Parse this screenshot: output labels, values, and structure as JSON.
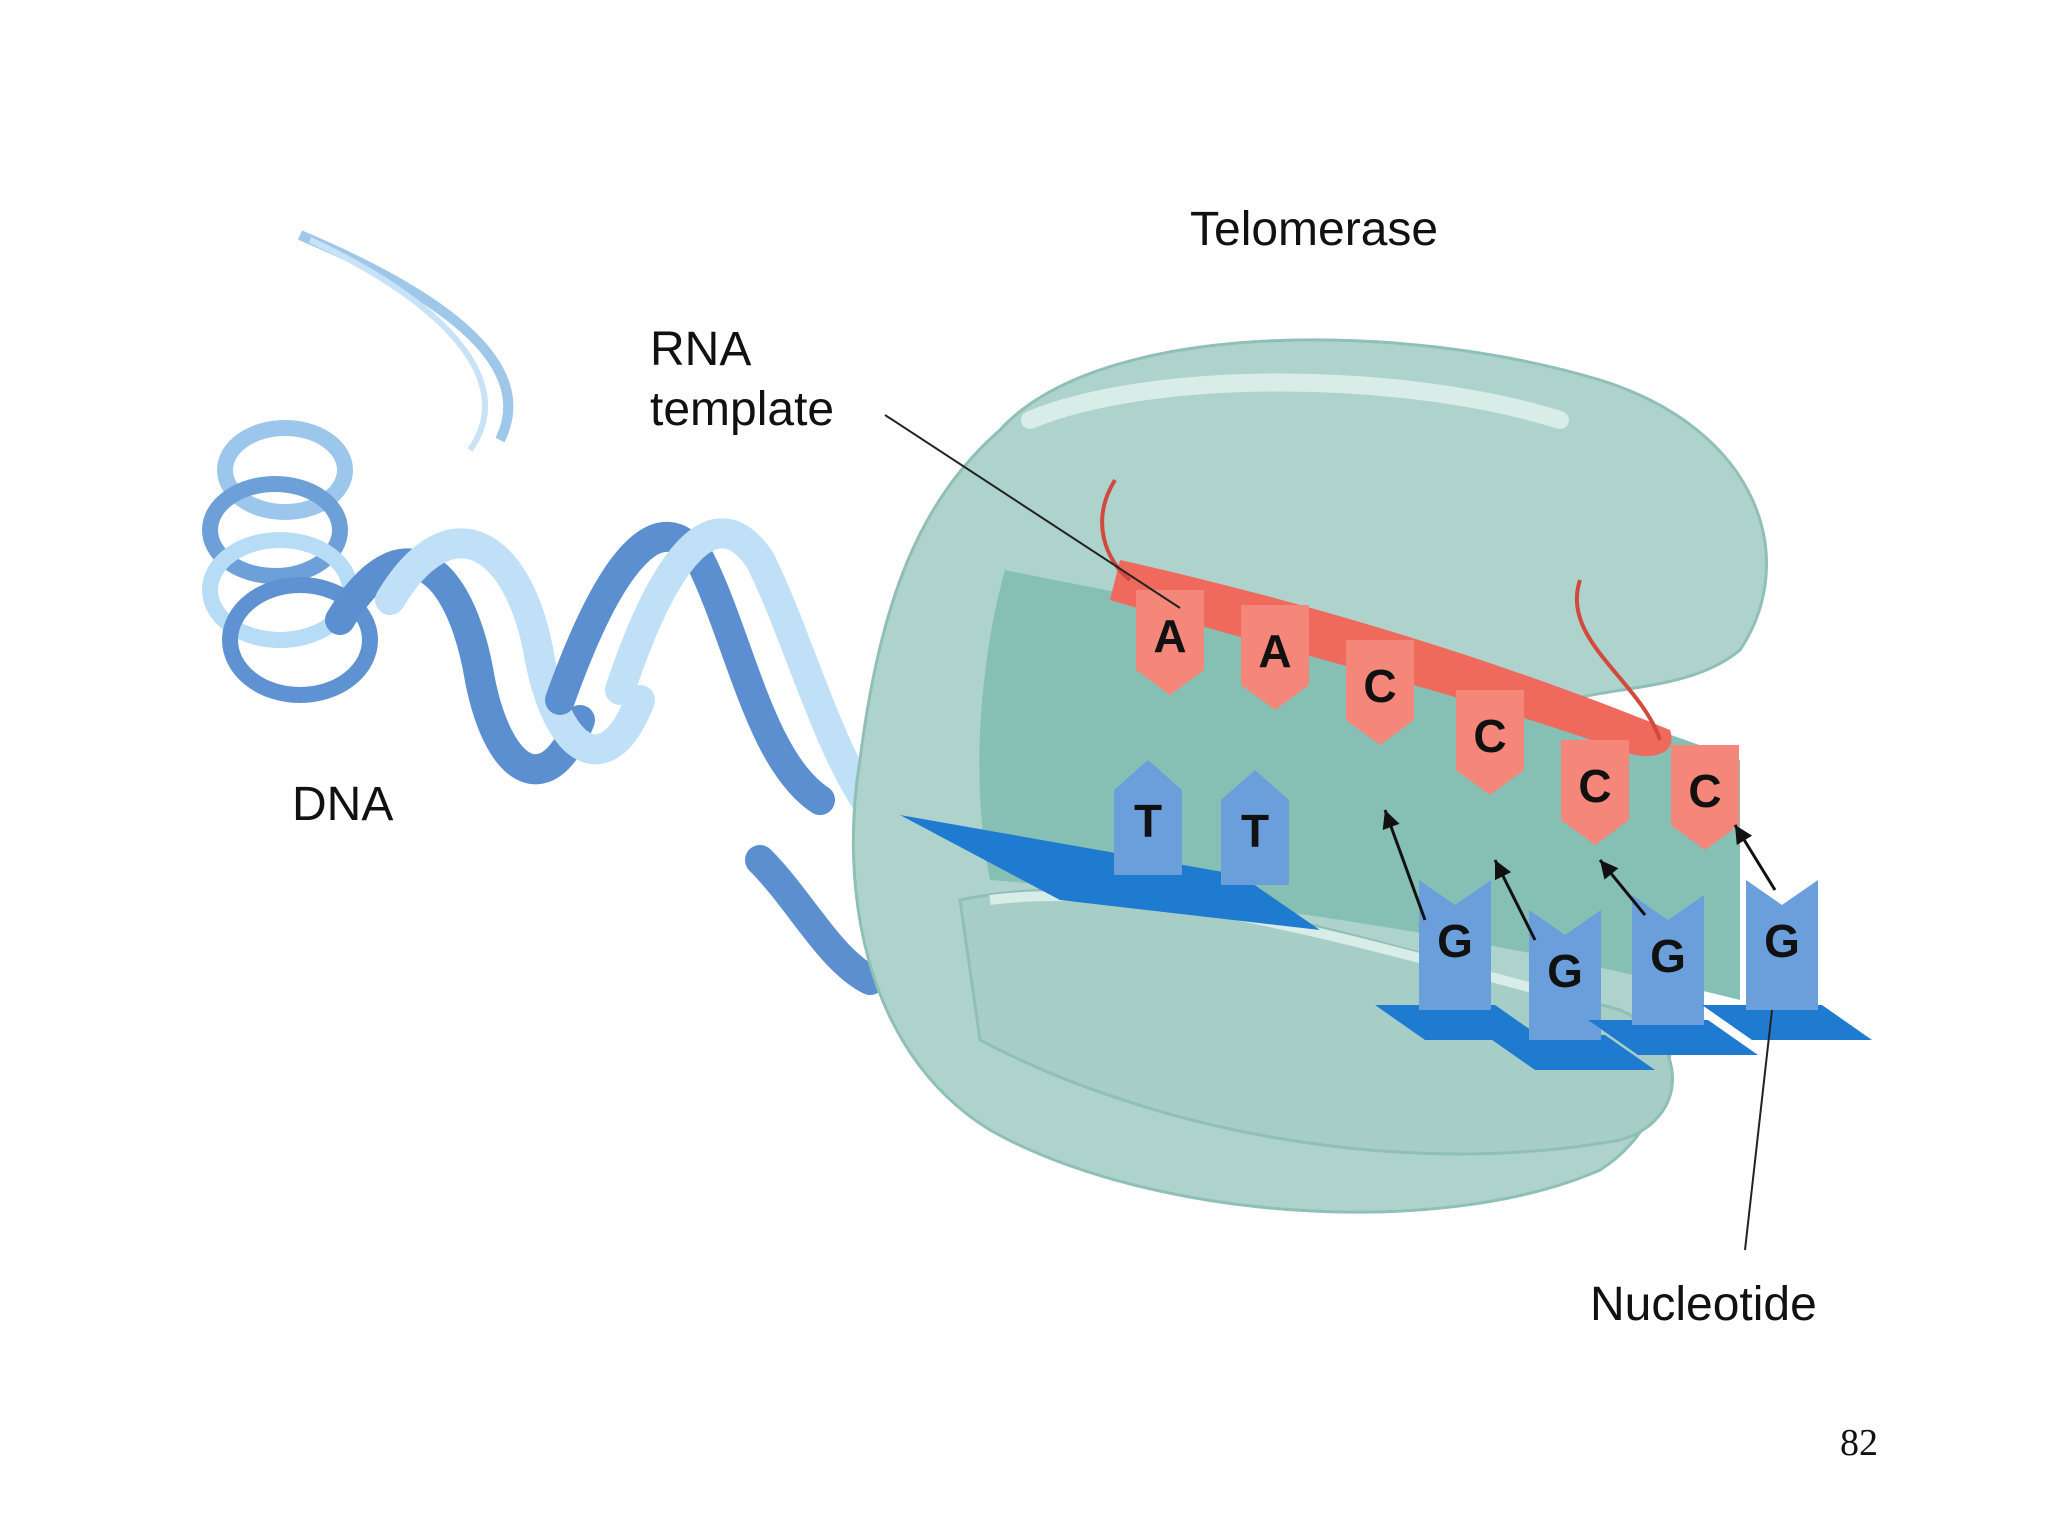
{
  "labels": {
    "enzyme": "Telomerase",
    "rna_template": [
      "RNA",
      "template"
    ],
    "dna": "DNA",
    "nucleotide": "Nucleotide"
  },
  "template_bases": [
    "A",
    "A",
    "C",
    "C",
    "C",
    "C"
  ],
  "paired_bases": [
    "T",
    "T"
  ],
  "incoming_nucleotides": [
    "G",
    "G",
    "G",
    "G"
  ],
  "page_number": "82",
  "colors": {
    "enzyme": "#aed3cc",
    "enzyme_cavity": "#86bfb4",
    "rna": "#ef6a5c",
    "template_base": "#f4877a",
    "dna_dark": "#5b8fd0",
    "dna_light": "#bfe0f6",
    "nucleotide": "#6a9fdc",
    "nucleotide_sugar": "#1f7bd0"
  }
}
